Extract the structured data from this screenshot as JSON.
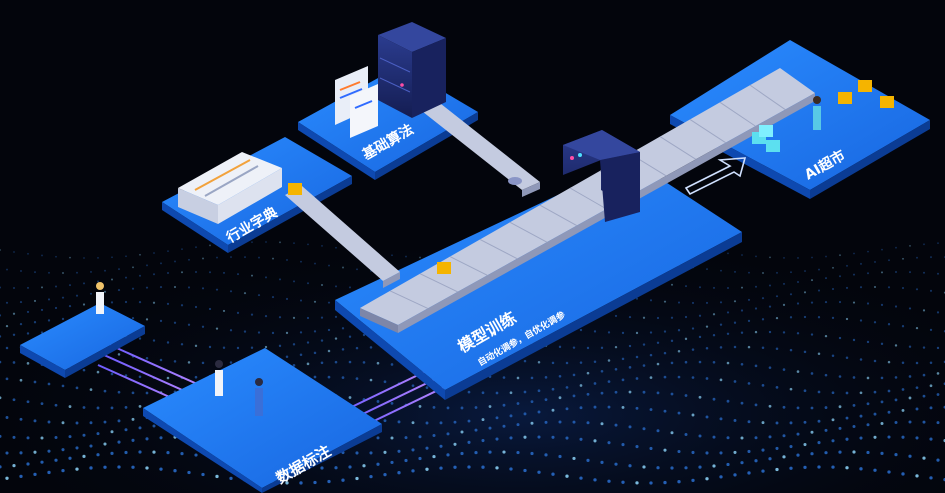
{
  "platforms": {
    "basic_algorithms": {
      "label": "基础算法"
    },
    "industry_dictionary": {
      "label": "行业字典"
    },
    "model_training": {
      "label": "模型训练",
      "sublabel": "自动化调参，自优化调参"
    },
    "ai_supermarket": {
      "label": "AI超市"
    },
    "data_annotation": {
      "label": "数据标注"
    }
  },
  "colors": {
    "background": "#03050c",
    "platform_top": "#1f7cf2",
    "platform_side": "#0e49b0",
    "conveyor": "#c4cbe0",
    "server": "#1d2a6b",
    "beam_purple": "#a78bfa",
    "cube_yellow": "#f5b400",
    "cube_cyan": "#5ce0f0"
  }
}
